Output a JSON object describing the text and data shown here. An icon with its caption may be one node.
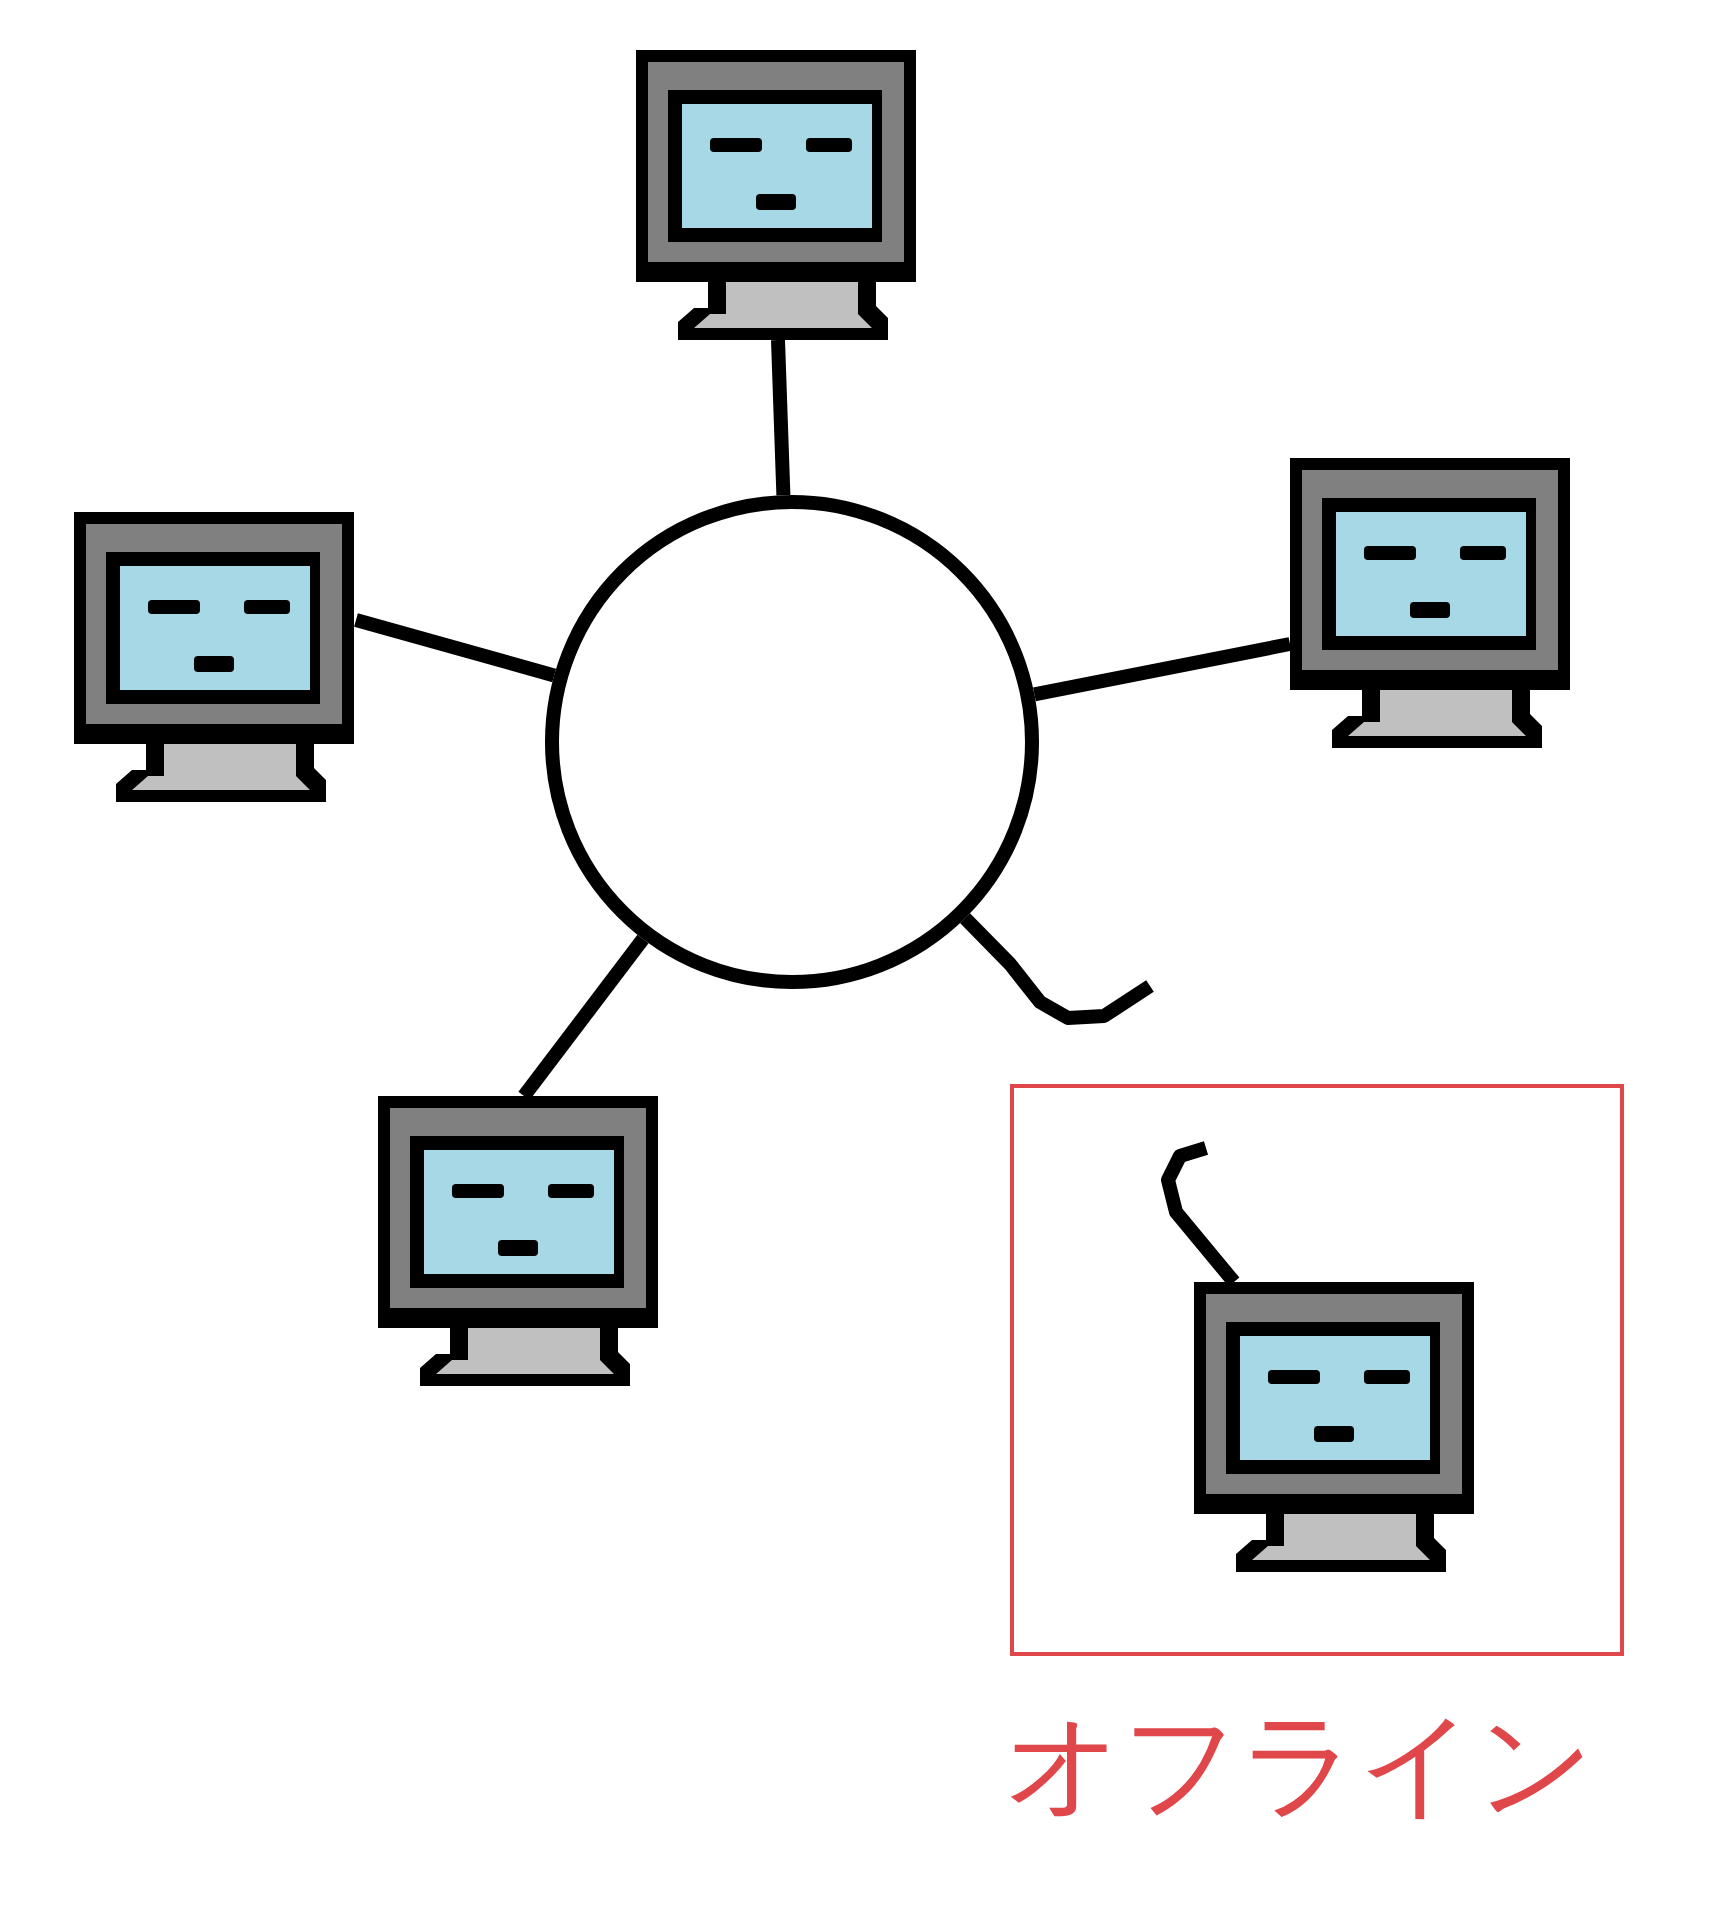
{
  "diagram": {
    "nodes": [
      {
        "text": [],
        "shape": "picture"
      },
      {
        "text": [],
        "shape": "picture"
      },
      {
        "text": [],
        "shape": "circle"
      },
      {
        "text": [],
        "shape": "picture"
      },
      {
        "text": [],
        "shape": "picture"
      },
      {
        "text": [
          "オフライン"
        ]
      },
      {
        "text": [],
        "shape": "picture",
        "in": 5
      }
    ],
    "edges": [
      {
        "from": 0,
        "to": 2,
        "arrow": "none"
      },
      {
        "from": 1,
        "to": 2,
        "arrow": "none"
      },
      {
        "from": 2,
        "to": 3,
        "arrow": "none"
      },
      {
        "from": 4,
        "to": 2,
        "arrow": "none"
      },
      {
        "from": 2,
        "to": null,
        "arrow": "none"
      },
      {
        "from": null,
        "to": 6,
        "arrow": "none"
      }
    ]
  }
}
